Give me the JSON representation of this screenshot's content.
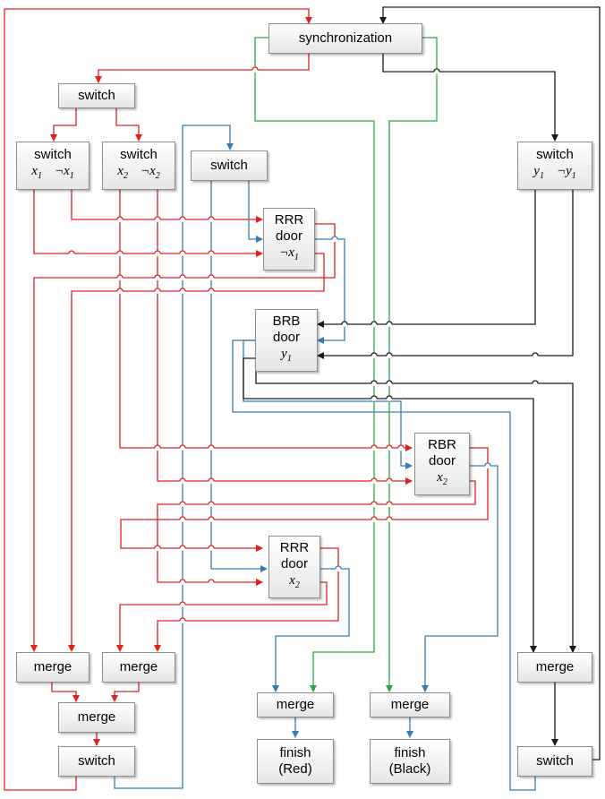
{
  "colors": {
    "red": "#e02020",
    "blue": "#3a7bb0",
    "green": "#2aa84a",
    "black": "#1a1a1a"
  },
  "labels": {
    "sync": "synchronization",
    "switch": "switch",
    "merge": "merge",
    "door": "door",
    "rrr": "RRR",
    "brb": "BRB",
    "rbr": "RBR",
    "finish": "finish",
    "red": "(Red)",
    "black": "(Black)",
    "x": "x",
    "y": "y",
    "not": "¬",
    "n1": "1",
    "n2": "2"
  }
}
